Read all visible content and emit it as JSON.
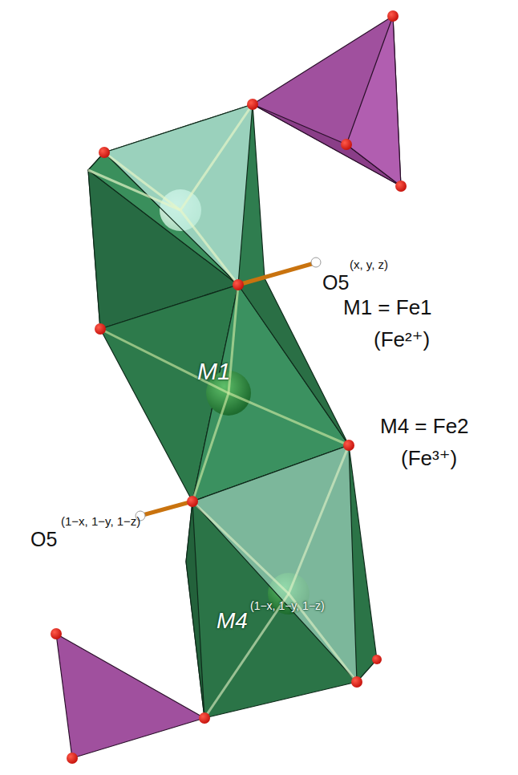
{
  "diagram": {
    "labels": [
      "O5",
      "(x, y, z)",
      "M1",
      "M1 = Fe1",
      "(Fe²⁺)",
      "M4 = Fe2",
      "(Fe³⁺)",
      "O5",
      "(1−x, 1−y, 1−z)",
      "M4",
      "(1−x, 1−y, 1−z)"
    ]
  }
}
